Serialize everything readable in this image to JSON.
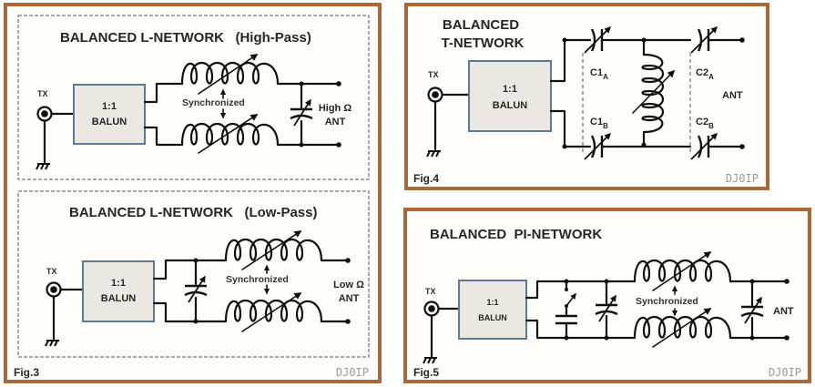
{
  "fig3": {
    "label": "Fig.3",
    "signature": "DJ0IP",
    "high_pass": {
      "title": "BALANCED L-NETWORK   (High-Pass)",
      "tx": "TX",
      "balun_ratio": "1:1",
      "balun_name": "BALUN",
      "sync": "Synchronized",
      "ant_line1": "High Ω",
      "ant_line2": "ANT"
    },
    "low_pass": {
      "title": "BALANCED L-NETWORK   (Low-Pass)",
      "tx": "TX",
      "balun_ratio": "1:1",
      "balun_name": "BALUN",
      "sync": "Synchronized",
      "ant_line1": "Low Ω",
      "ant_line2": "ANT"
    }
  },
  "fig4": {
    "label": "Fig.4",
    "signature": "DJ0IP",
    "title_line1": "BALANCED",
    "title_line2": "T-NETWORK",
    "tx": "TX",
    "balun_ratio": "1:1",
    "balun_name": "BALUN",
    "c1a": "C1",
    "c1a_sub": "A",
    "c1b": "C1",
    "c1b_sub": "B",
    "c2a": "C2",
    "c2a_sub": "A",
    "c2b": "C2",
    "c2b_sub": "B",
    "ant": "ANT"
  },
  "fig5": {
    "label": "Fig.5",
    "signature": "DJ0IP",
    "title": "BALANCED  PI-NETWORK",
    "tx": "TX",
    "balun_ratio": "1:1",
    "balun_name": "BALUN",
    "sync": "Synchronized",
    "ant": "ANT"
  },
  "colors": {
    "frame": "#a8683a",
    "balun_fill": "#ebe8e1",
    "balun_stroke": "#5b7a94"
  }
}
